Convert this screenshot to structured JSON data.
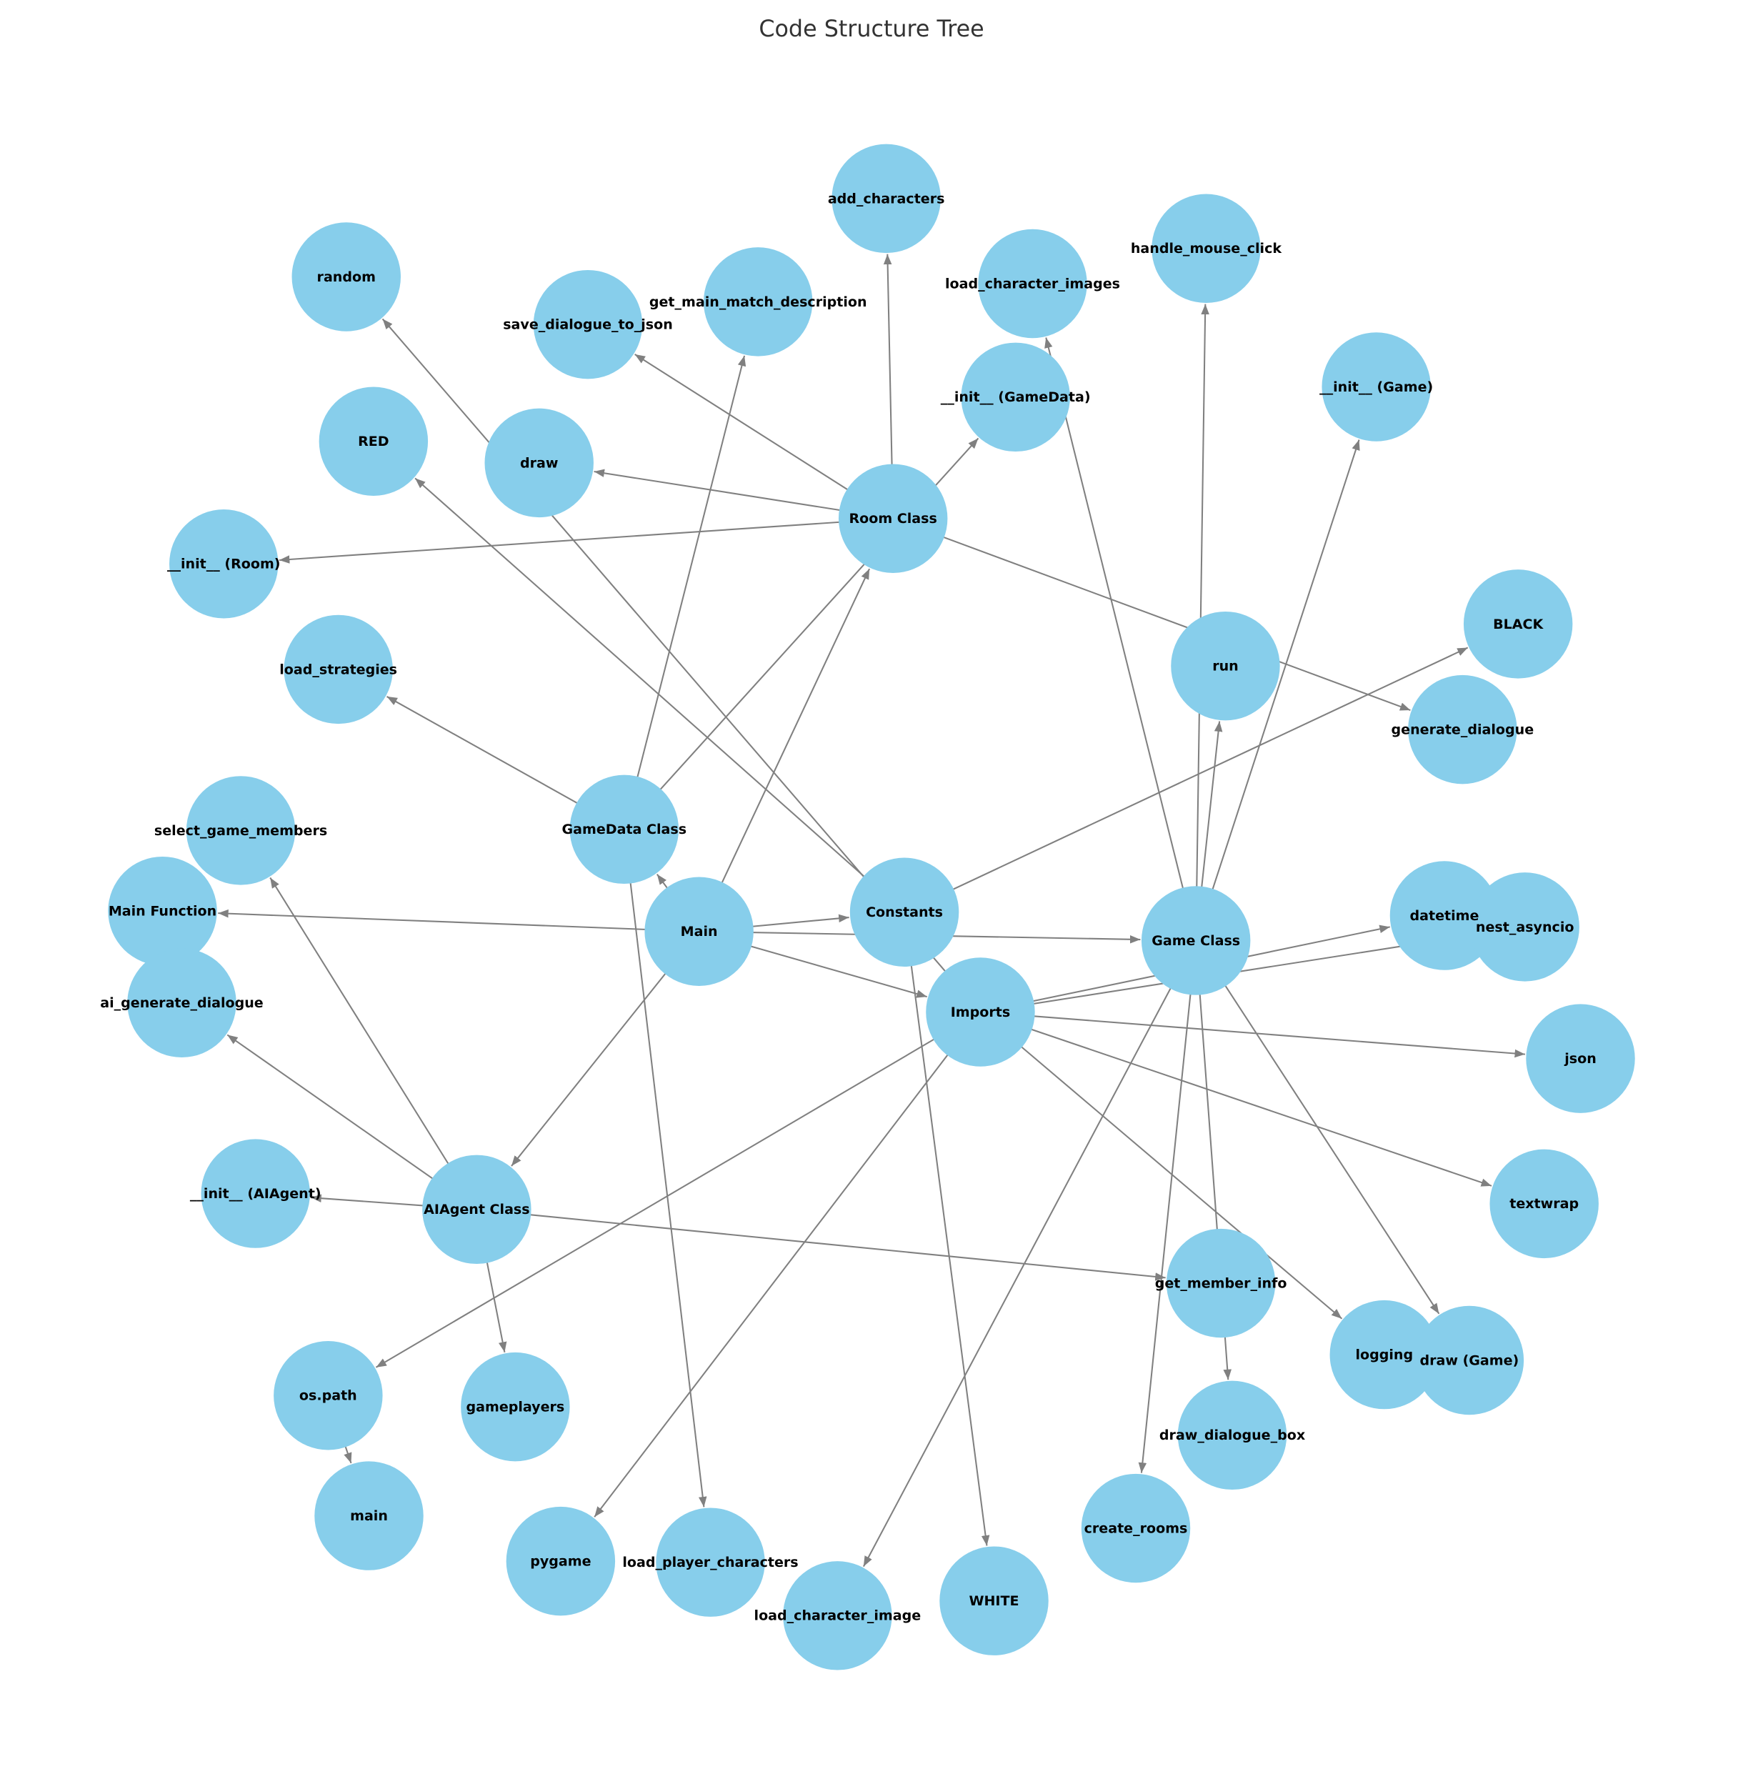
{
  "title": "Code Structure Tree",
  "colors": {
    "node": "#87ceeb",
    "edge": "#808080",
    "label": "#000000"
  },
  "nodes": [
    "add_characters",
    "random",
    "get_main_match_description",
    "save_dialogue_to_json",
    "load_character_images",
    "handle_mouse_click",
    "__init__ (GameData)",
    "__init__ (Game)",
    "RED",
    "draw",
    "Room Class",
    "__init__ (Room)",
    "BLACK",
    "run",
    "generate_dialogue",
    "load_strategies",
    "select_game_members",
    "GameData Class",
    "Main Function",
    "Main",
    "Constants",
    "Game Class",
    "datetime",
    "nest_asyncio",
    "ai_generate_dialogue",
    "Imports",
    "json",
    "textwrap",
    "__init__ (AIAgent)",
    "AIAgent Class",
    "get_member_info",
    "logging",
    "draw (Game)",
    "os.path",
    "gameplayers",
    "draw_dialogue_box",
    "main",
    "create_rooms",
    "pygame",
    "load_player_characters",
    "load_character_image",
    "WHITE"
  ],
  "edges": [
    [
      "Main",
      "Main Function"
    ],
    [
      "Main",
      "Imports"
    ],
    [
      "Main",
      "Constants"
    ],
    [
      "Main",
      "GameData Class"
    ],
    [
      "Main",
      "Room Class"
    ],
    [
      "Main",
      "AIAgent Class"
    ],
    [
      "Main",
      "Game Class"
    ],
    [
      "Imports",
      "pygame"
    ],
    [
      "Imports",
      "json"
    ],
    [
      "Imports",
      "textwrap"
    ],
    [
      "Imports",
      "logging"
    ],
    [
      "Imports",
      "os.path"
    ],
    [
      "Imports",
      "datetime"
    ],
    [
      "Imports",
      "nest_asyncio"
    ],
    [
      "Imports",
      "random"
    ],
    [
      "Constants",
      "WHITE"
    ],
    [
      "Constants",
      "BLACK"
    ],
    [
      "Constants",
      "RED"
    ],
    [
      "GameData Class",
      "__init__ (GameData)"
    ],
    [
      "GameData Class",
      "load_strategies"
    ],
    [
      "GameData Class",
      "load_player_characters"
    ],
    [
      "GameData Class",
      "get_main_match_description"
    ],
    [
      "Room Class",
      "__init__ (Room)"
    ],
    [
      "Room Class",
      "add_characters"
    ],
    [
      "Room Class",
      "generate_dialogue"
    ],
    [
      "Room Class",
      "save_dialogue_to_json"
    ],
    [
      "Room Class",
      "draw"
    ],
    [
      "AIAgent Class",
      "__init__ (AIAgent)"
    ],
    [
      "AIAgent Class",
      "select_game_members"
    ],
    [
      "AIAgent Class",
      "ai_generate_dialogue"
    ],
    [
      "AIAgent Class",
      "get_member_info"
    ],
    [
      "AIAgent Class",
      "gameplayers"
    ],
    [
      "Game Class",
      "__init__ (Game)"
    ],
    [
      "Game Class",
      "load_character_images"
    ],
    [
      "Game Class",
      "load_character_image"
    ],
    [
      "Game Class",
      "create_rooms"
    ],
    [
      "Game Class",
      "handle_mouse_click"
    ],
    [
      "Game Class",
      "draw (Game)"
    ],
    [
      "Game Class",
      "draw_dialogue_box"
    ],
    [
      "Game Class",
      "run"
    ],
    [
      "os.path",
      "main"
    ]
  ]
}
